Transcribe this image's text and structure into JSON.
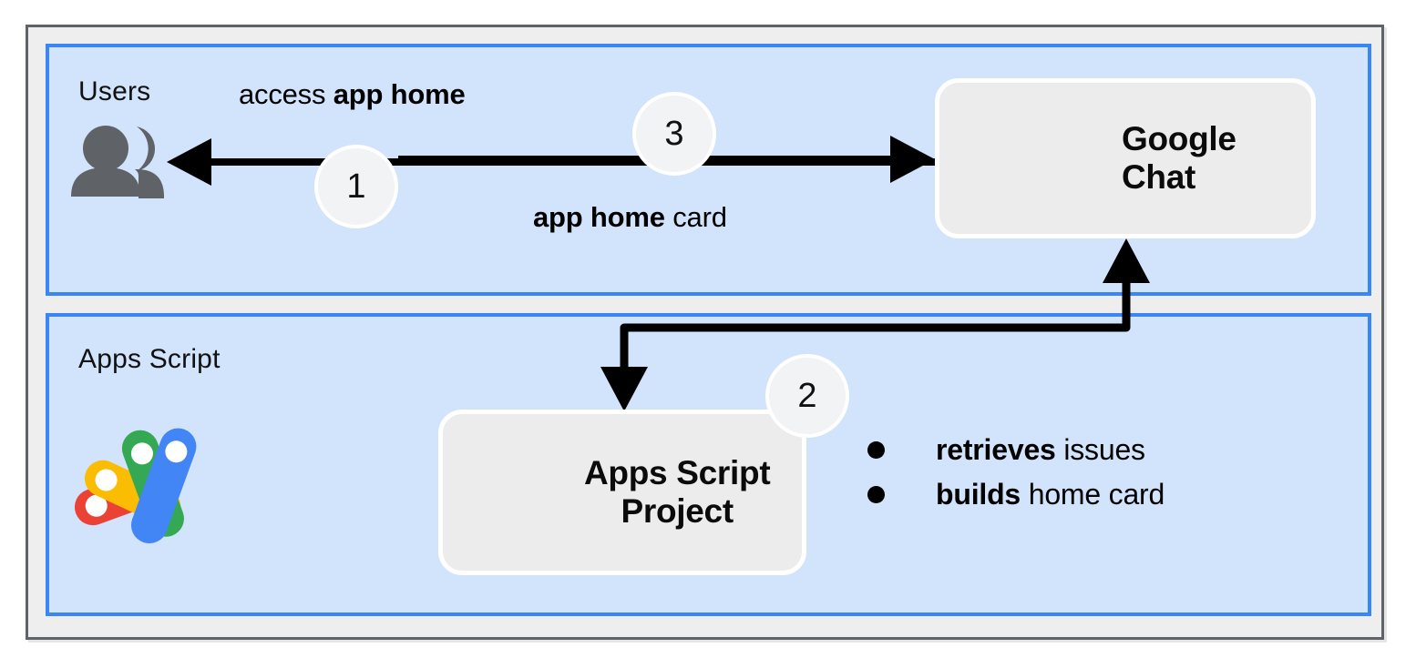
{
  "diagram": {
    "panels": [
      {
        "id": "users",
        "label": "Users"
      },
      {
        "id": "apps_script",
        "label": "Apps Script"
      }
    ],
    "cards": [
      {
        "id": "google_chat",
        "title": "Google\nChat",
        "icon": "google-chat-logo"
      },
      {
        "id": "apps_script_project",
        "title": "Apps Script\nProject",
        "icon": "apps-script-project-icon"
      }
    ],
    "badges": [
      {
        "id": "step1",
        "number": "1"
      },
      {
        "id": "step2",
        "number": "2"
      },
      {
        "id": "step3",
        "number": "3"
      }
    ],
    "edge_labels": [
      {
        "id": "access",
        "plain_prefix": "access ",
        "bold": "app home",
        "plain_suffix": ""
      },
      {
        "id": "card",
        "plain_prefix": "",
        "bold": "app home",
        "plain_suffix": " card"
      }
    ],
    "bullets": [
      {
        "bold": "retrieves",
        "rest": " issues"
      },
      {
        "bold": "builds",
        "rest": " home card"
      }
    ],
    "icons": {
      "users": "users-icon",
      "apps_script": "apps-script-logo",
      "arrow_to_users": "arrow-left-icon",
      "arrow_to_chat": "arrow-right-icon",
      "arrow_elbow": "elbow-arrow-icon"
    },
    "colors": {
      "frame_border": "#5f6368",
      "frame_fill": "#eeeeee",
      "panel_border": "#3b86f7",
      "panel_fill": "#d2e3fc",
      "card_fill": "#ececec",
      "badge_fill": "#f1f3f4",
      "google_blue": "#4285f4",
      "google_blue_dark": "#1967d2",
      "google_green": "#34a853",
      "google_green_dark": "#188038",
      "google_yellow": "#fbbc04",
      "google_red": "#ea4335",
      "icon_grey": "#5f6368",
      "arrow_black": "#000000"
    }
  }
}
